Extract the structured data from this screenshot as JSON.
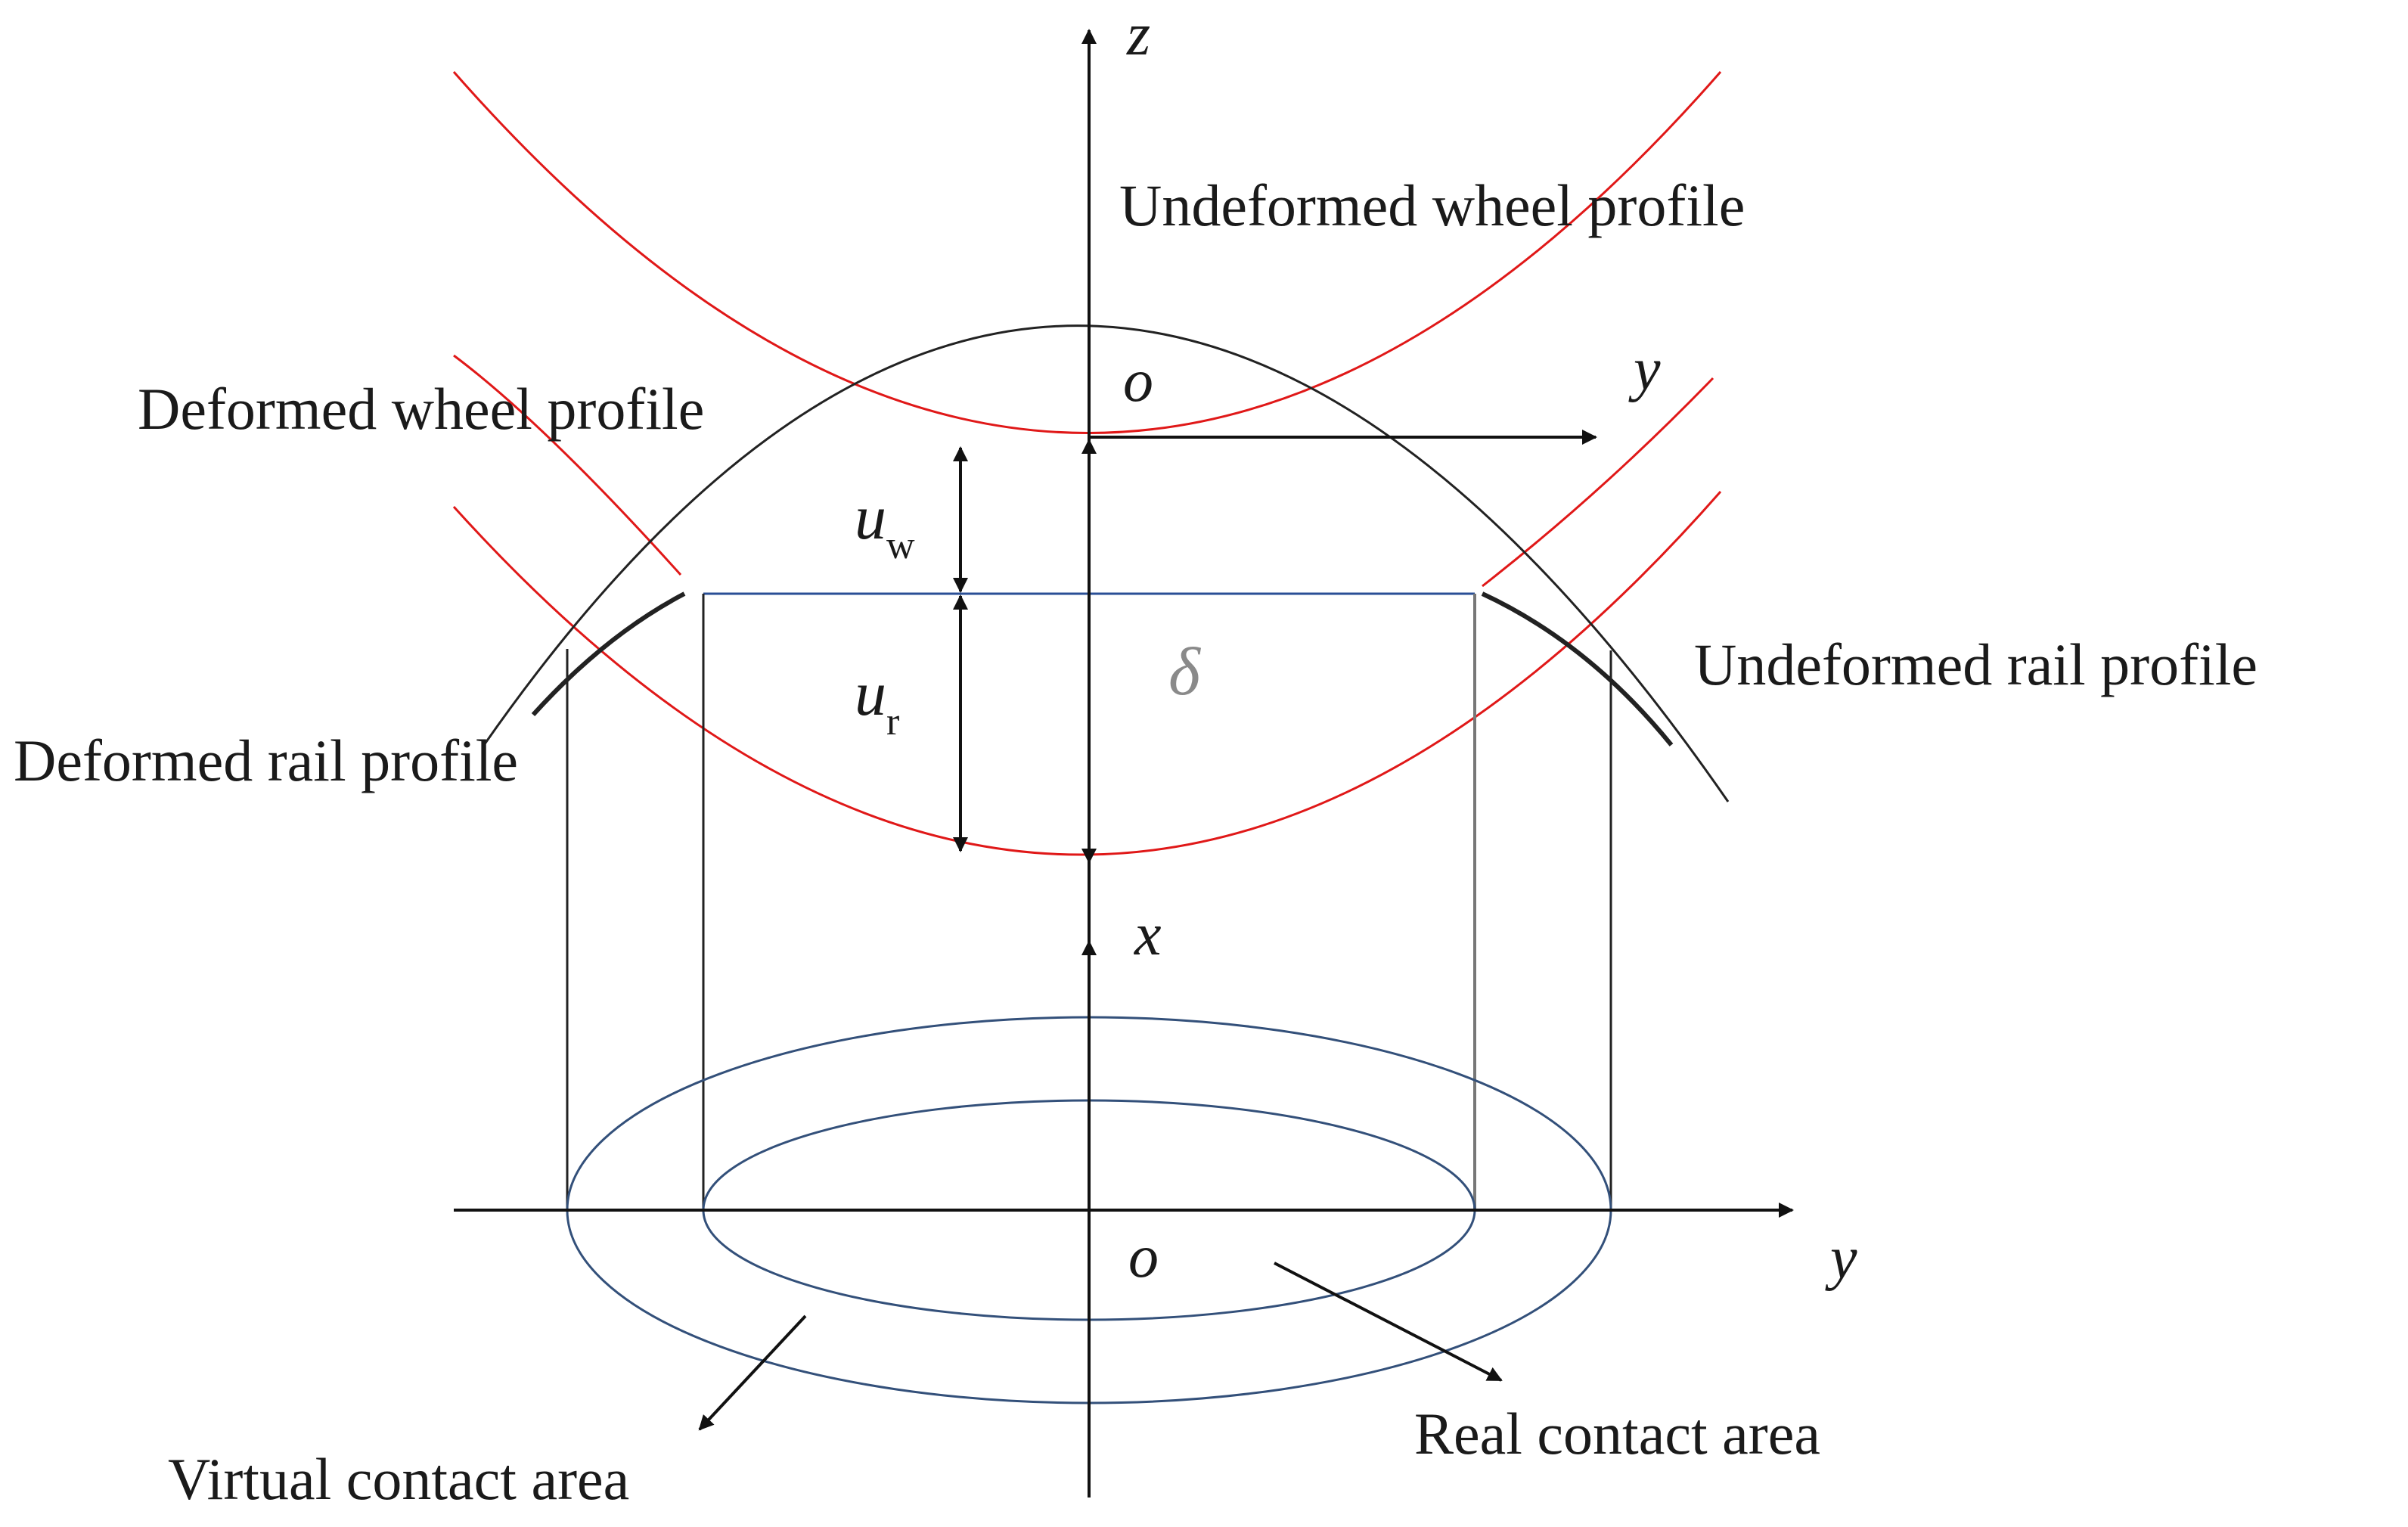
{
  "labels": {
    "undeformed_wheel": "Undeformed wheel profile",
    "deformed_wheel": "Deformed wheel profile",
    "undeformed_rail": "Undeformed rail profile",
    "deformed_rail": "Deformed rail profile",
    "virtual_area": "Virtual contact area",
    "real_area": "Real contact area"
  },
  "axes": {
    "z": "z",
    "y_top": "y",
    "origin_top": "o",
    "x": "x",
    "y_bottom": "y",
    "origin_bottom": "o"
  },
  "symbols": {
    "u": "u",
    "w_sub": "w",
    "r_sub": "r",
    "delta": "δ"
  },
  "colors": {
    "wheel_curve": "#e01818",
    "rail_curve": "#222222",
    "contact_ellipse": "#33507a",
    "contact_line": "#2a4f96",
    "axis": "#111111"
  }
}
